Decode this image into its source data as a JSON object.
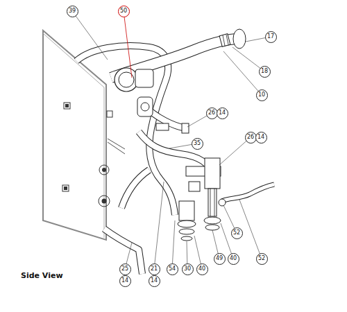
{
  "diagram": {
    "nodes": [
      {
        "text": [
          "39"
        ]
      },
      {
        "text": [
          "50"
        ]
      },
      {
        "text": [
          "17"
        ]
      },
      {
        "text": [
          "18"
        ]
      },
      {
        "text": [
          "10"
        ]
      },
      {
        "text": [
          "26"
        ]
      },
      {
        "text": [
          "14"
        ]
      },
      {
        "text": [
          "35"
        ]
      },
      {
        "text": [
          "26"
        ]
      },
      {
        "text": [
          "14"
        ]
      },
      {
        "text": [
          "52"
        ]
      },
      {
        "text": [
          "52"
        ]
      },
      {
        "text": [
          "25"
        ]
      },
      {
        "text": [
          "14"
        ]
      },
      {
        "text": [
          "21"
        ]
      },
      {
        "text": [
          "14"
        ]
      },
      {
        "text": [
          "54"
        ]
      },
      {
        "text": [
          "30"
        ]
      },
      {
        "text": [
          "40"
        ]
      },
      {
        "text": [
          "49"
        ]
      },
      {
        "text": [
          "40"
        ]
      }
    ],
    "labels": [
      "Side View"
    ]
  }
}
